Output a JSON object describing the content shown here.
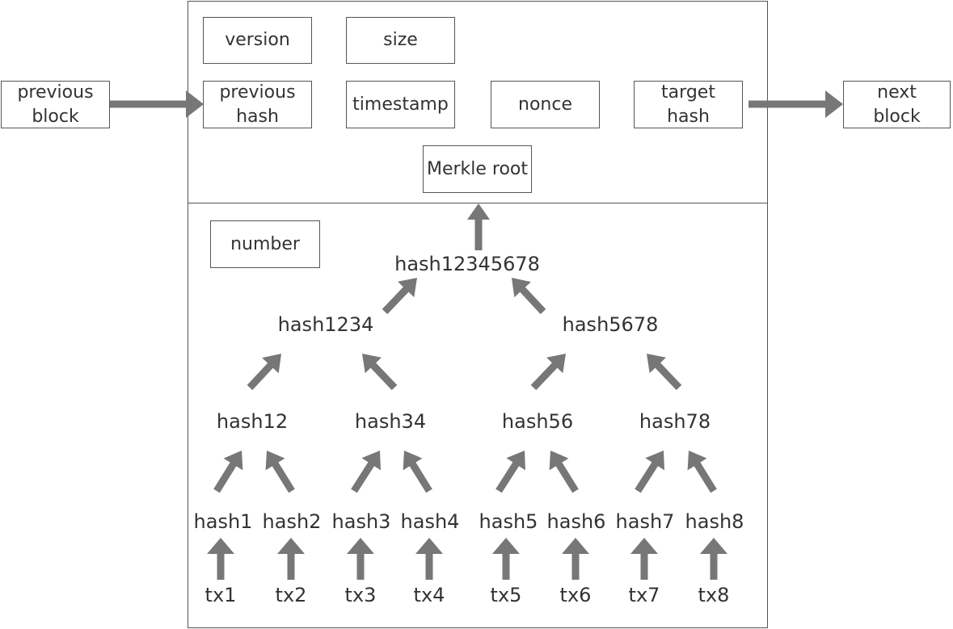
{
  "colors": {
    "arrow": "#777777",
    "border": "#555555",
    "text": "#333333"
  },
  "block_header": {
    "fields": {
      "version": "version",
      "size": "size",
      "previous_hash": "previous\nhash",
      "timestamp": "timestamp",
      "nonce": "nonce",
      "target_hash": "target\nhash",
      "merkle_root": "Merkle root"
    }
  },
  "block_body": {
    "number": "number",
    "tree": {
      "root": "hash12345678",
      "level2": [
        "hash1234",
        "hash5678"
      ],
      "level1": [
        "hash12",
        "hash34",
        "hash56",
        "hash78"
      ],
      "leaves": [
        "hash1",
        "hash2",
        "hash3",
        "hash4",
        "hash5",
        "hash6",
        "hash7",
        "hash8"
      ],
      "transactions": [
        "tx1",
        "tx2",
        "tx3",
        "tx4",
        "tx5",
        "tx6",
        "tx7",
        "tx8"
      ]
    }
  },
  "chain": {
    "previous": "previous\nblock",
    "next": "next\nblock"
  }
}
